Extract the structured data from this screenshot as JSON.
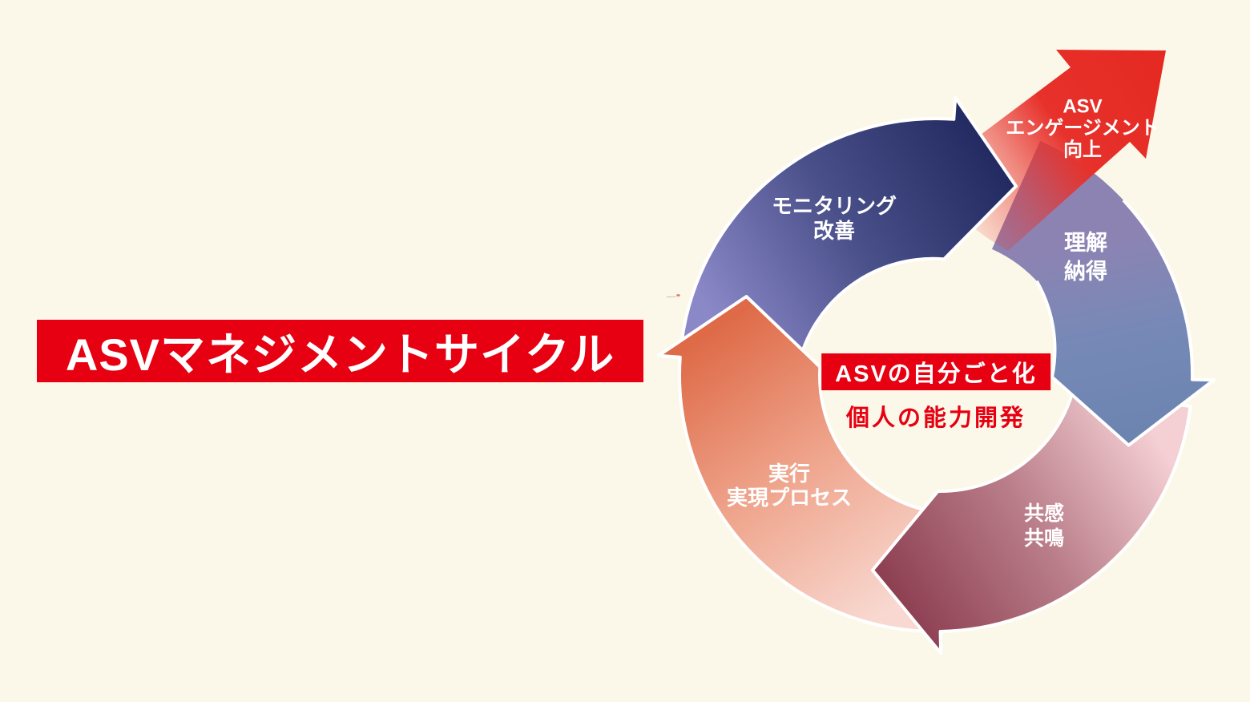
{
  "title_banner": {
    "label": "ASVマネジメントサイクル",
    "bg_color": "#E60012",
    "text_color": "#FFFFFF"
  },
  "center": {
    "highlight_label": "ASVの自分ごと化",
    "highlight_bg_color": "#E60012",
    "highlight_text_color": "#FFFFFF",
    "sub_label": "個人の能力開発",
    "sub_text_color": "#E60012"
  },
  "cycle": {
    "flow": "clockwise",
    "background": "#FCF8E9",
    "label_color": "#FFFFFF",
    "outline_color": "#FFFFFF",
    "segments": [
      {
        "id": "monitoring",
        "label_lines": [
          "モニタリング",
          "改善"
        ],
        "gradient": [
          "#8B88C8",
          "#4A508A",
          "#232B62"
        ]
      },
      {
        "id": "engagement",
        "label_lines": [
          "ASV",
          "エンゲージメント",
          "向上"
        ],
        "gradient": [
          "#E6302A",
          "#E7312B",
          "#E42921"
        ],
        "breakout_arrow": true
      },
      {
        "id": "understanding",
        "label_lines": [
          "理解",
          "納得"
        ],
        "gradient": [
          "#8D83B3",
          "#7689B6",
          "#6C84B0"
        ]
      },
      {
        "id": "empathy",
        "label_lines": [
          "共感",
          "共鳴"
        ],
        "gradient": [
          "#F4CFD4",
          "#B97D89",
          "#8E4053"
        ]
      },
      {
        "id": "execution",
        "label_lines": [
          "実行",
          "実現プロセス"
        ],
        "gradient": [
          "#F8D8D0",
          "#EFA58D",
          "#DE6A47"
        ]
      }
    ]
  }
}
